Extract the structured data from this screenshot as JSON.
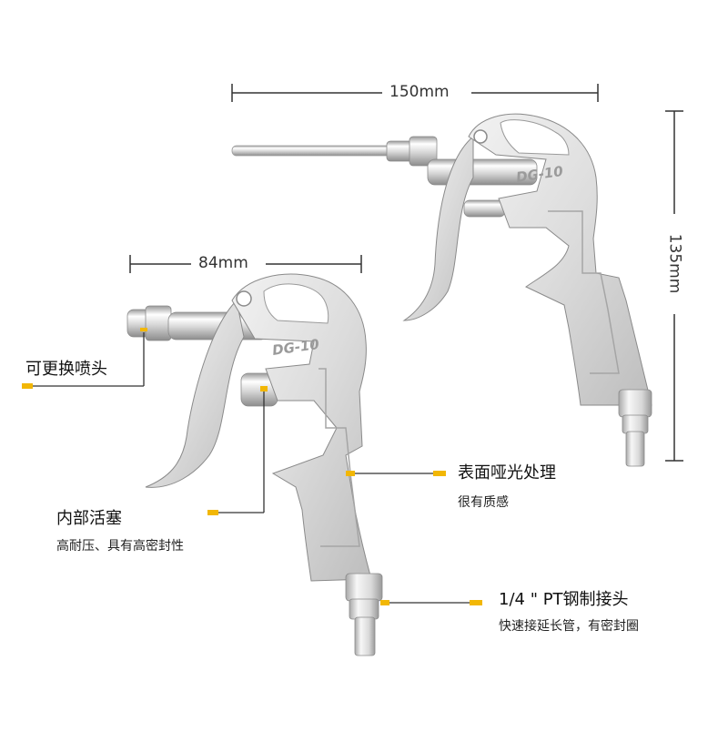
{
  "dimensions": {
    "long_length": "150mm",
    "short_length": "84mm",
    "height": "135mm"
  },
  "product": {
    "model_mark": "DG-10"
  },
  "callouts": {
    "nozzle": {
      "title": "可更换喷头"
    },
    "piston": {
      "title": "内部活塞",
      "detail": "高耐压、具有高密封性"
    },
    "surface": {
      "title": "表面哑光处理",
      "detail": "很有质感"
    },
    "fitting": {
      "title": "1/4 \" PT钢制接头",
      "detail": "快速接延长管，有密封圈"
    }
  },
  "colors": {
    "accent": "#f2b705",
    "line": "#333333",
    "metal_light": "#f4f4f4",
    "metal_mid": "#cfcfcf",
    "metal_dark": "#8a8a8a"
  }
}
